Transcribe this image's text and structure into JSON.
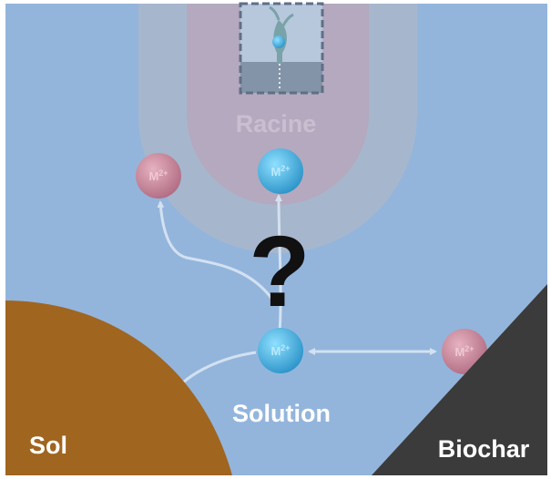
{
  "labels": {
    "root": "Racine",
    "solution": "Solution",
    "soil": "Sol",
    "biochar": "Biochar",
    "question": "?"
  },
  "ions": {
    "symbol": "M",
    "charge": "2+"
  },
  "colors": {
    "background": "#93b5dc",
    "root_outer": "#a6b4c8",
    "root_inner": "#b7a6bb",
    "soil": "#a0651f",
    "biochar": "#3b3b3b",
    "ion_blue": "#3aa6d6",
    "ion_red": "#c27f92",
    "arrow": "#d3e1f0",
    "label_white": "#ffffff",
    "question_mark": "#111111"
  }
}
